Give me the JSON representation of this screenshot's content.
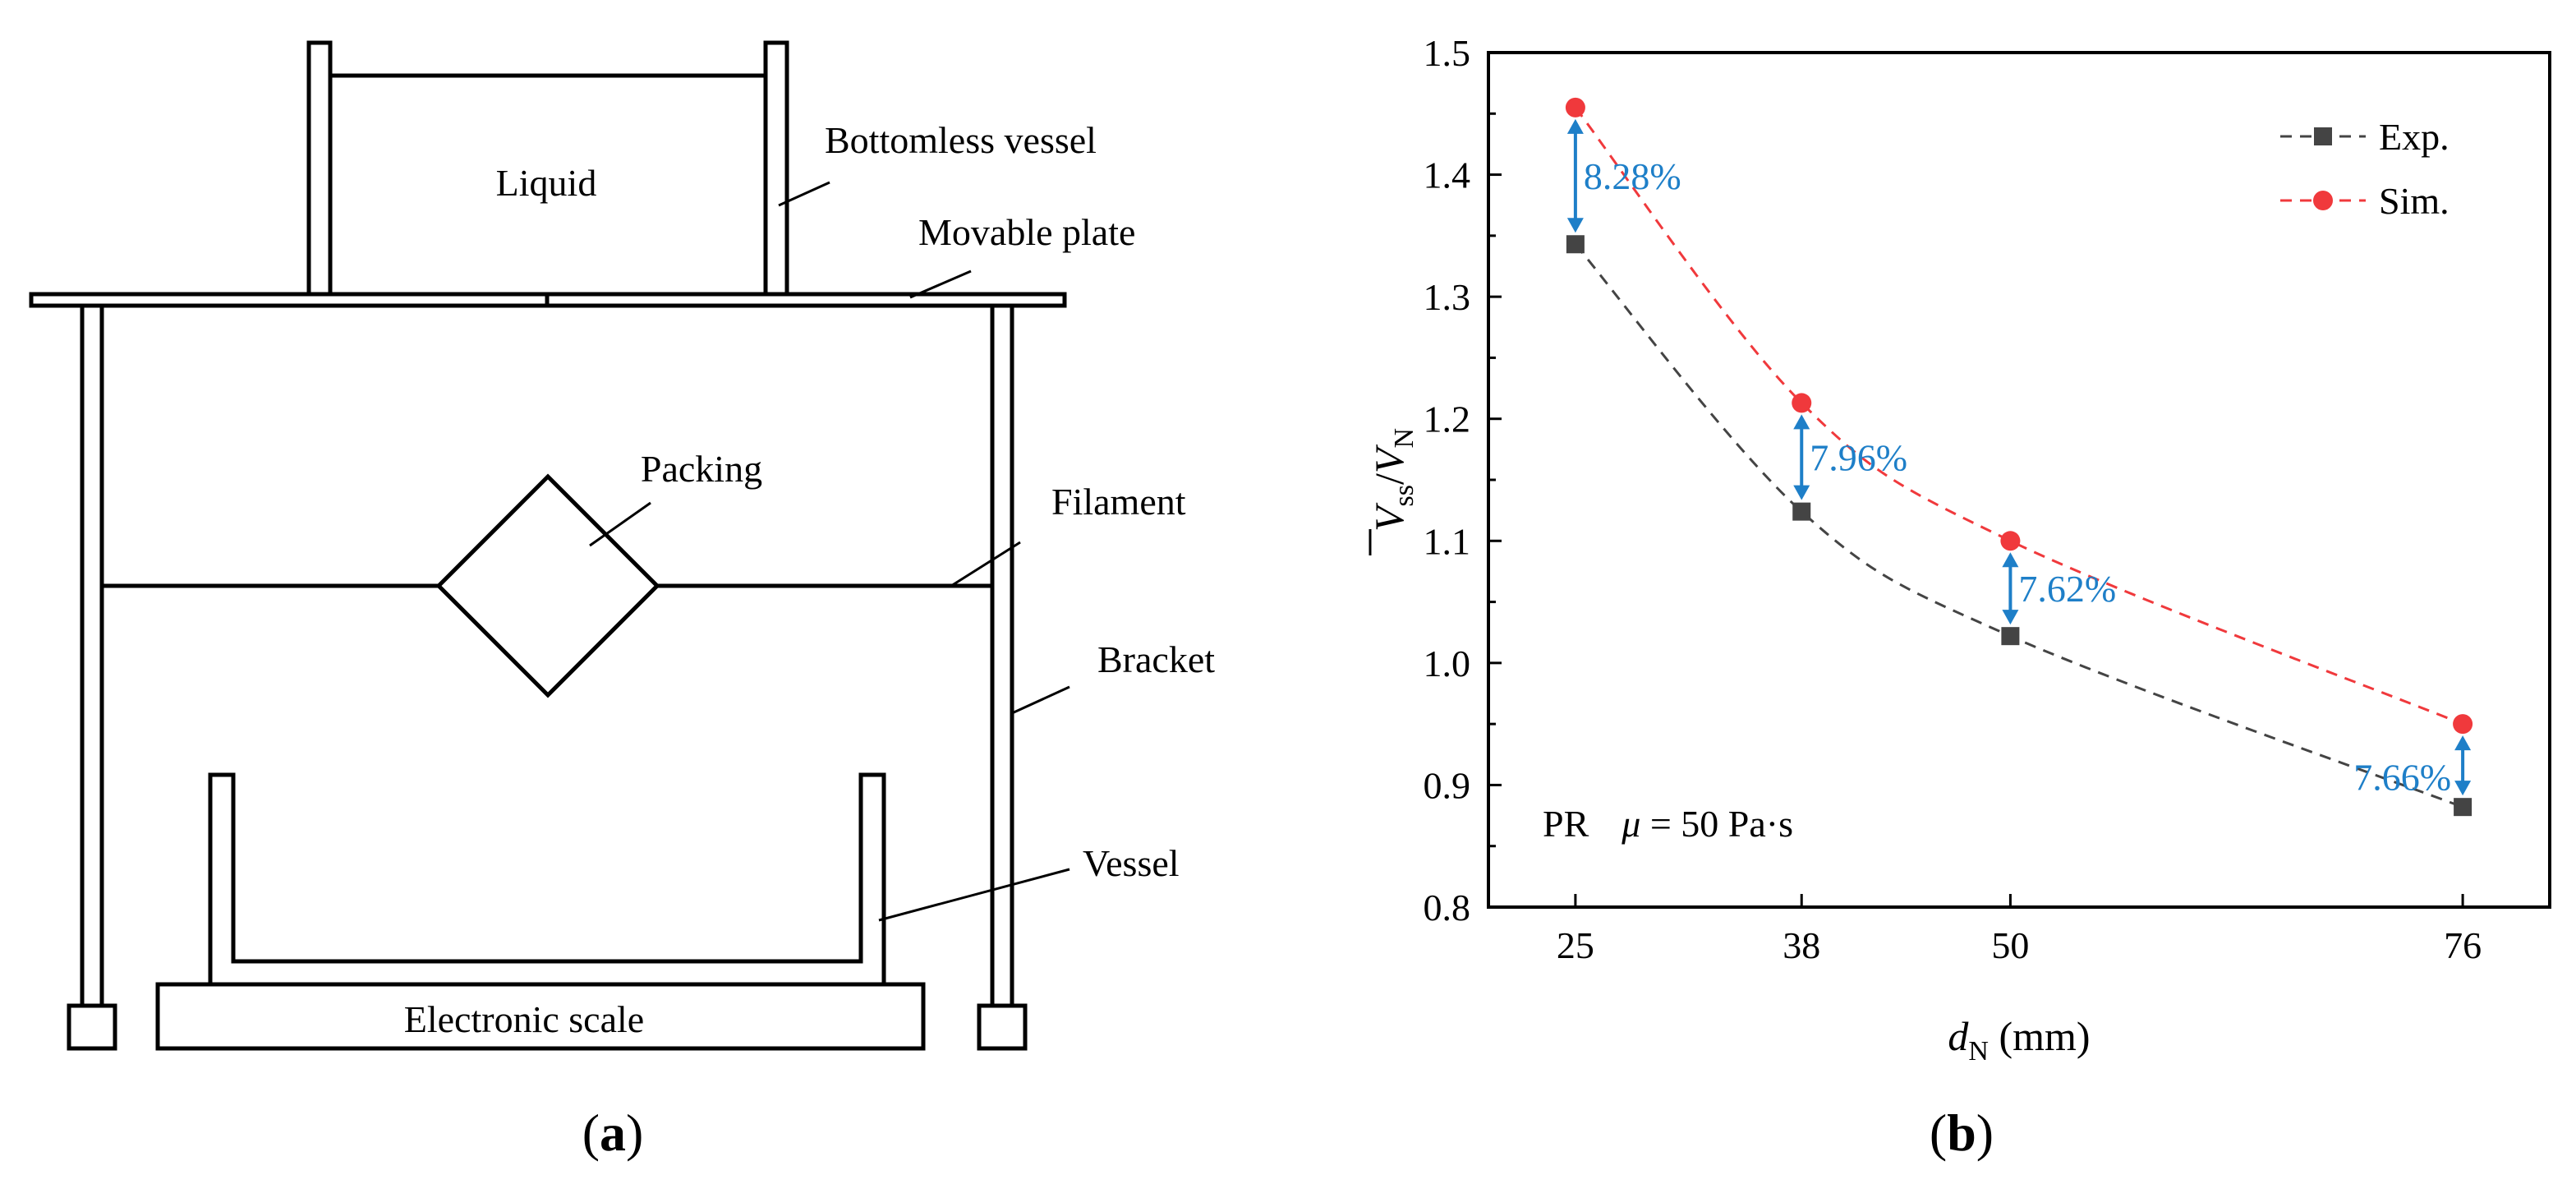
{
  "panel_a": {
    "label_prefix": "(",
    "label_letter": "a",
    "label_suffix": ")",
    "labels": {
      "liquid": "Liquid",
      "bottomless_vessel": "Bottomless vessel",
      "movable_plate": "Movable plate",
      "packing": "Packing",
      "filament": "Filament",
      "bracket": "Bracket",
      "vessel": "Vessel",
      "electronic_scale": "Electronic scale"
    }
  },
  "panel_b": {
    "label_prefix": "(",
    "label_letter": "b",
    "label_suffix": ")",
    "annotation_main": "PR",
    "annotation_mu": "μ",
    "annotation_value": " = 50 Pa·s",
    "legend": {
      "exp": "Exp.",
      "sim": "Sim."
    },
    "xlabel": {
      "main": "d",
      "sub": "N",
      "unit": " (mm)"
    },
    "ylabel": {
      "num": "V",
      "num_sub": "ss",
      "slash": "/",
      "den": "V",
      "den_sub": "N"
    },
    "colors": {
      "exp": "#444444",
      "sim": "#f0393c",
      "arrow": "#1e7fc8"
    }
  },
  "chart_data": {
    "type": "line",
    "x": [
      25,
      38,
      50,
      76
    ],
    "xticks": [
      "25",
      "38",
      "50",
      "76"
    ],
    "yticks": [
      "0.8",
      "0.9",
      "1.0",
      "1.1",
      "1.2",
      "1.3",
      "1.4",
      "1.5"
    ],
    "ylim": [
      0.8,
      1.5
    ],
    "legend_position": "top-right",
    "grid": false,
    "series": [
      {
        "name": "Exp.",
        "values": [
          1.343,
          1.124,
          1.022,
          0.882
        ],
        "marker": "square",
        "color": "#444444"
      },
      {
        "name": "Sim.",
        "values": [
          1.455,
          1.213,
          1.1,
          0.95
        ],
        "marker": "circle",
        "color": "#f0393c"
      }
    ],
    "differences": [
      "8.28%",
      "7.96%",
      "7.62%",
      "7.66%"
    ]
  }
}
